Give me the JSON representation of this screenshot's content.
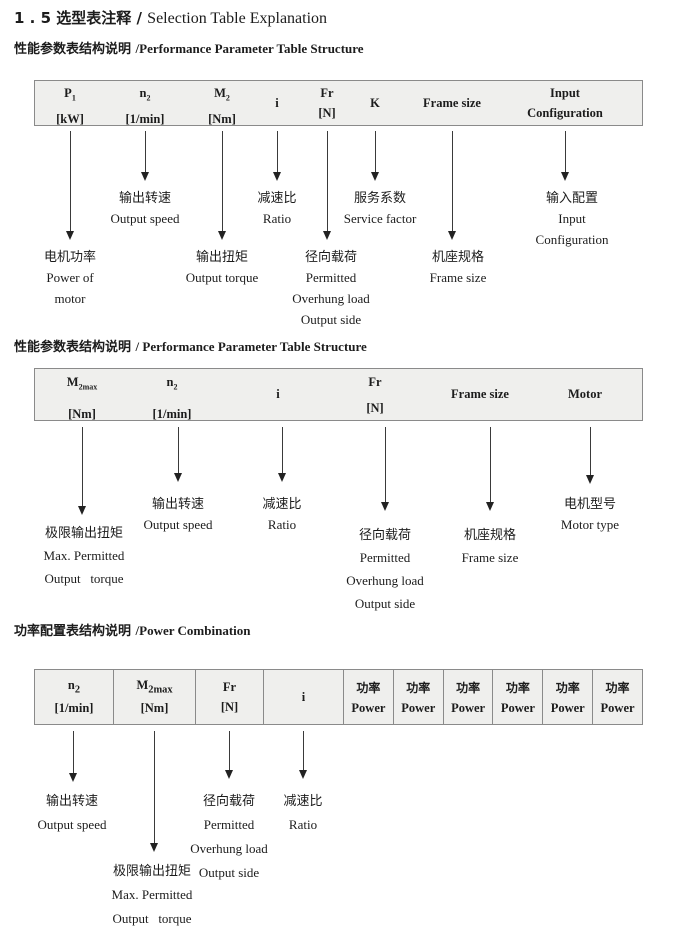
{
  "colors": {
    "page_bg": "#ffffff",
    "table_bg": "#efefed",
    "table_border": "#8a8a8a",
    "text": "#1c1c1c",
    "arrow": "#222222"
  },
  "title": {
    "zh": "1 . 5 选型表注释 / ",
    "en": "Selection Table Explanation"
  },
  "section1": {
    "heading": {
      "zh": "性能参数表结构说明 ",
      "en": "/Performance Parameter Table Structure"
    },
    "table": {
      "p1": {
        "base": "P",
        "sub": "1",
        "unit": "[kW]"
      },
      "n2": {
        "base": "n",
        "sub": "2",
        "unit": "[1/min]"
      },
      "m2": {
        "base": "M",
        "sub": "2",
        "unit": "[Nm]"
      },
      "i": "i",
      "fr": {
        "label": "Fr",
        "unit": "[N]"
      },
      "k": "K",
      "frame_size": "Frame size",
      "input": {
        "line1": "Input",
        "line2": "Configuration"
      }
    },
    "callouts": {
      "power_of_motor": [
        "电机功率",
        "Power of",
        "motor"
      ],
      "output_speed": [
        "输出转速",
        "Output speed"
      ],
      "output_torque": [
        "输出扭矩",
        "Output torque"
      ],
      "ratio": [
        "减速比",
        "Ratio"
      ],
      "overhung_load": [
        "径向载荷",
        "Permitted",
        "Overhung load",
        "Output side"
      ],
      "service_factor": [
        "服务系数",
        "Service factor"
      ],
      "frame_size": [
        "机座规格",
        "Frame size"
      ],
      "input_configuration": [
        "输入配置",
        "Input",
        "Configuration"
      ]
    }
  },
  "section2": {
    "heading": {
      "zh": "性能参数表结构说明 ",
      "en": "/ Performance Parameter Table Structure"
    },
    "table": {
      "m2max": {
        "base": "M",
        "sub": "2max",
        "unit": "[Nm]"
      },
      "n2": {
        "base": "n",
        "sub": "2",
        "unit": "[1/min]"
      },
      "i": "i",
      "fr": {
        "label": "Fr",
        "unit": "[N]"
      },
      "frame_size": "Frame size",
      "motor": "Motor"
    },
    "callouts": {
      "max_output_torque": [
        "极限输出扭矩",
        "Max. Permitted",
        "Output   torque"
      ],
      "output_speed": [
        "输出转速",
        "Output speed"
      ],
      "ratio": [
        "减速比",
        "Ratio"
      ],
      "overhung_load": [
        "径向载荷",
        "Permitted",
        "Overhung load",
        "Output side"
      ],
      "frame_size": [
        "机座规格",
        "Frame size"
      ],
      "motor_type": [
        "电机型号",
        "Motor type"
      ]
    }
  },
  "section3": {
    "heading": {
      "zh": "功率配置表结构说明 ",
      "en": "/Power Combination"
    },
    "table": {
      "n2": {
        "base": "n",
        "sub": "2",
        "unit": "[1/min]"
      },
      "m2max": {
        "base": "M",
        "sub": "2max",
        "unit": "[Nm]"
      },
      "fr": {
        "label": "Fr",
        "unit": "[N]"
      },
      "i": "i",
      "powers": [
        {
          "zh": "功率",
          "en": "Power"
        },
        {
          "zh": "功率",
          "en": "Power"
        },
        {
          "zh": "功率",
          "en": "Power"
        },
        {
          "zh": "功率",
          "en": "Power"
        },
        {
          "zh": "功率",
          "en": "Power"
        },
        {
          "zh": "功率",
          "en": "Power"
        }
      ]
    },
    "callouts": {
      "output_speed": [
        "输出转速",
        "Output speed"
      ],
      "max_output_torque": [
        "极限输出扭矩",
        "Max. Permitted",
        "Output   torque"
      ],
      "overhung_load": [
        "径向载荷",
        "Permitted",
        "Overhung load",
        "Output side"
      ],
      "ratio": [
        "减速比",
        "Ratio"
      ]
    }
  }
}
